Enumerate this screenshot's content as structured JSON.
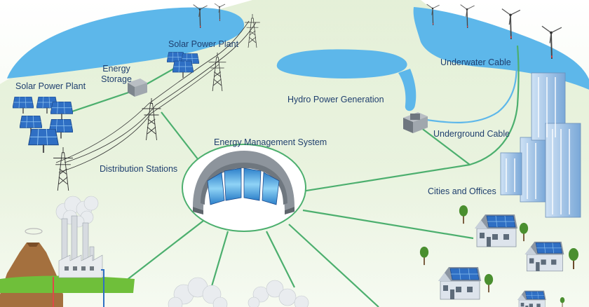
{
  "labels": {
    "solar_plant_left": "Solar Power Plant",
    "solar_plant_top": "Solar Power Plant",
    "energy_storage_1": "Energy",
    "energy_storage_2": "Storage",
    "distribution_stations": "Distribution Stations",
    "energy_management_system": "Energy Management System",
    "hydro_power_generation": "Hydro Power Generation",
    "underwater_cable": "Underwater Cable",
    "underground_cable": "Underground Cable",
    "cities_and_offices": "Cities and Offices"
  },
  "icons": {
    "solar": "solar-panel-icon",
    "storage": "battery-storage-icon",
    "pylon": "transmission-tower-icon",
    "wind": "wind-turbine-icon",
    "ems": "control-center-icon",
    "hydro": "hydro-station-icon",
    "factory": "power-plant-icon",
    "volcano": "geothermal-volcano-icon",
    "house": "solar-house-icon",
    "building": "office-building-icon",
    "tree": "tree-icon",
    "cloud": "steam-cloud-icon"
  },
  "colors": {
    "sea": "#5db7ea",
    "land": "#dcecc9",
    "line": "#4caf6e",
    "text": "#1f3f6e",
    "panel": "#2f6fc4",
    "building": "#9fc3e8",
    "house_wall": "#c8d2dc",
    "grass": "#6fbf3a"
  }
}
